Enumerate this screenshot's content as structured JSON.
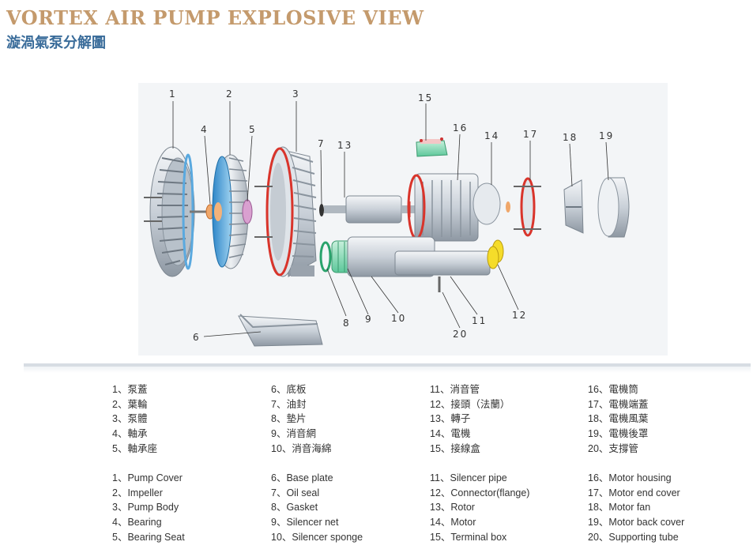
{
  "header": {
    "title_en": "VORTEX AIR PUMP EXPLOSIVE VIEW",
    "title_zh": "漩渦氣泵分解圖"
  },
  "callouts": [
    "1",
    "2",
    "3",
    "4",
    "5",
    "6",
    "7",
    "13",
    "15",
    "16",
    "14",
    "17",
    "18",
    "19",
    "8",
    "9",
    "10",
    "20",
    "11",
    "12"
  ],
  "legend_zh": [
    [
      "1、泵蓋",
      "2、葉輪",
      "3、泵體",
      "4、軸承",
      "5、軸承座"
    ],
    [
      "6、底板",
      "7、油封",
      "8、墊片",
      "9、消音網",
      "10、消音海綿"
    ],
    [
      "11、消音管",
      "12、接頭（法蘭）",
      "13、轉子",
      "14、電機",
      "15、接線盒"
    ],
    [
      "16、電機筒",
      "17、電機端蓋",
      "18、電機風葉",
      "19、電機後罩",
      "20、支撐管"
    ]
  ],
  "legend_en": [
    [
      "1、Pump Cover",
      "2、Impeller",
      "3、Pump Body",
      "4、Bearing",
      "5、Bearing Seat"
    ],
    [
      "6、Base plate",
      "7、Oil seal",
      "8、Gasket",
      "9、Silencer net",
      "10、Silencer sponge"
    ],
    [
      "11、Silencer pipe",
      "12、Connector(flange)",
      "13、Rotor",
      "14、Motor",
      "15、Terminal box"
    ],
    [
      "16、Motor housing",
      "17、Motor end cover",
      "18、Motor fan",
      "19、Motor back cover",
      "20、Supporting tube"
    ]
  ],
  "colors": {
    "title_en": "#c49a6c",
    "title_zh": "#3a6c9a"
  }
}
